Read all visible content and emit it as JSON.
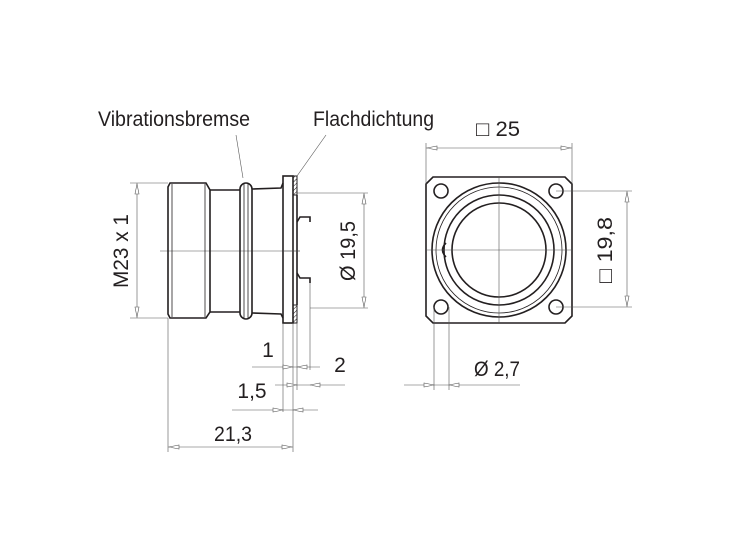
{
  "labels": {
    "vibration_brake": "Vibrationsbremse",
    "flat_gasket": "Flachdichtung"
  },
  "dimensions": {
    "thread": "M23 x 1",
    "inner_diameter": "Ø 19,5",
    "dim_1": "1",
    "dim_2": "2",
    "dim_1_5": "1,5",
    "length": "21,3",
    "square_outer": "□ 25",
    "square_holes": "□ 19,8",
    "hole_diameter": "Ø 2,7"
  }
}
